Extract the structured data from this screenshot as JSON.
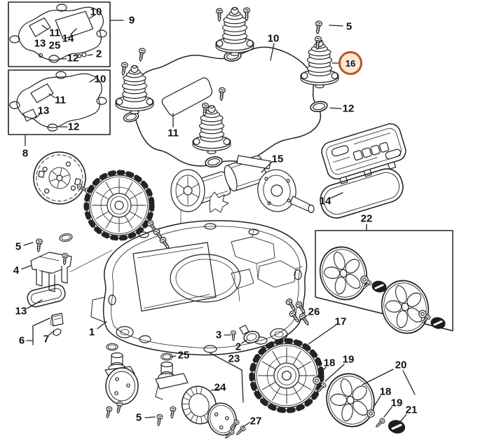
{
  "diagram": {
    "type": "exploded-parts-diagram",
    "subject": "robotic-mower-chassis-assembly",
    "selected_callout": "16",
    "colors": {
      "line": "#232323",
      "label": "#111111",
      "highlight_ring": "#c0511d",
      "highlight_fill": "#f8e8d8",
      "background": "#ffffff"
    },
    "callouts": {
      "a10": "10",
      "a11": "11",
      "a14": "14",
      "a13": "13",
      "a25": "25",
      "a12": "12",
      "a2": "2",
      "n9": "9",
      "b10": "10",
      "b11": "11",
      "b13": "13",
      "b12": "12",
      "n8": "8",
      "n10": "10",
      "n5a": "5",
      "n16": "16",
      "n12a": "12",
      "n11": "11",
      "n15": "15",
      "n14": "14",
      "n22": "22",
      "n5b": "5",
      "n4": "4",
      "n13": "13",
      "n6": "6",
      "n7": "7",
      "n1": "1",
      "n3": "3",
      "n2": "2",
      "n23": "23",
      "n25": "25",
      "n24": "24",
      "n5c": "5",
      "n27": "27",
      "n26": "26",
      "n17": "17",
      "n18a": "18",
      "n19a": "19",
      "n20": "20",
      "n18b": "18",
      "n19b": "19",
      "n21": "21"
    }
  }
}
